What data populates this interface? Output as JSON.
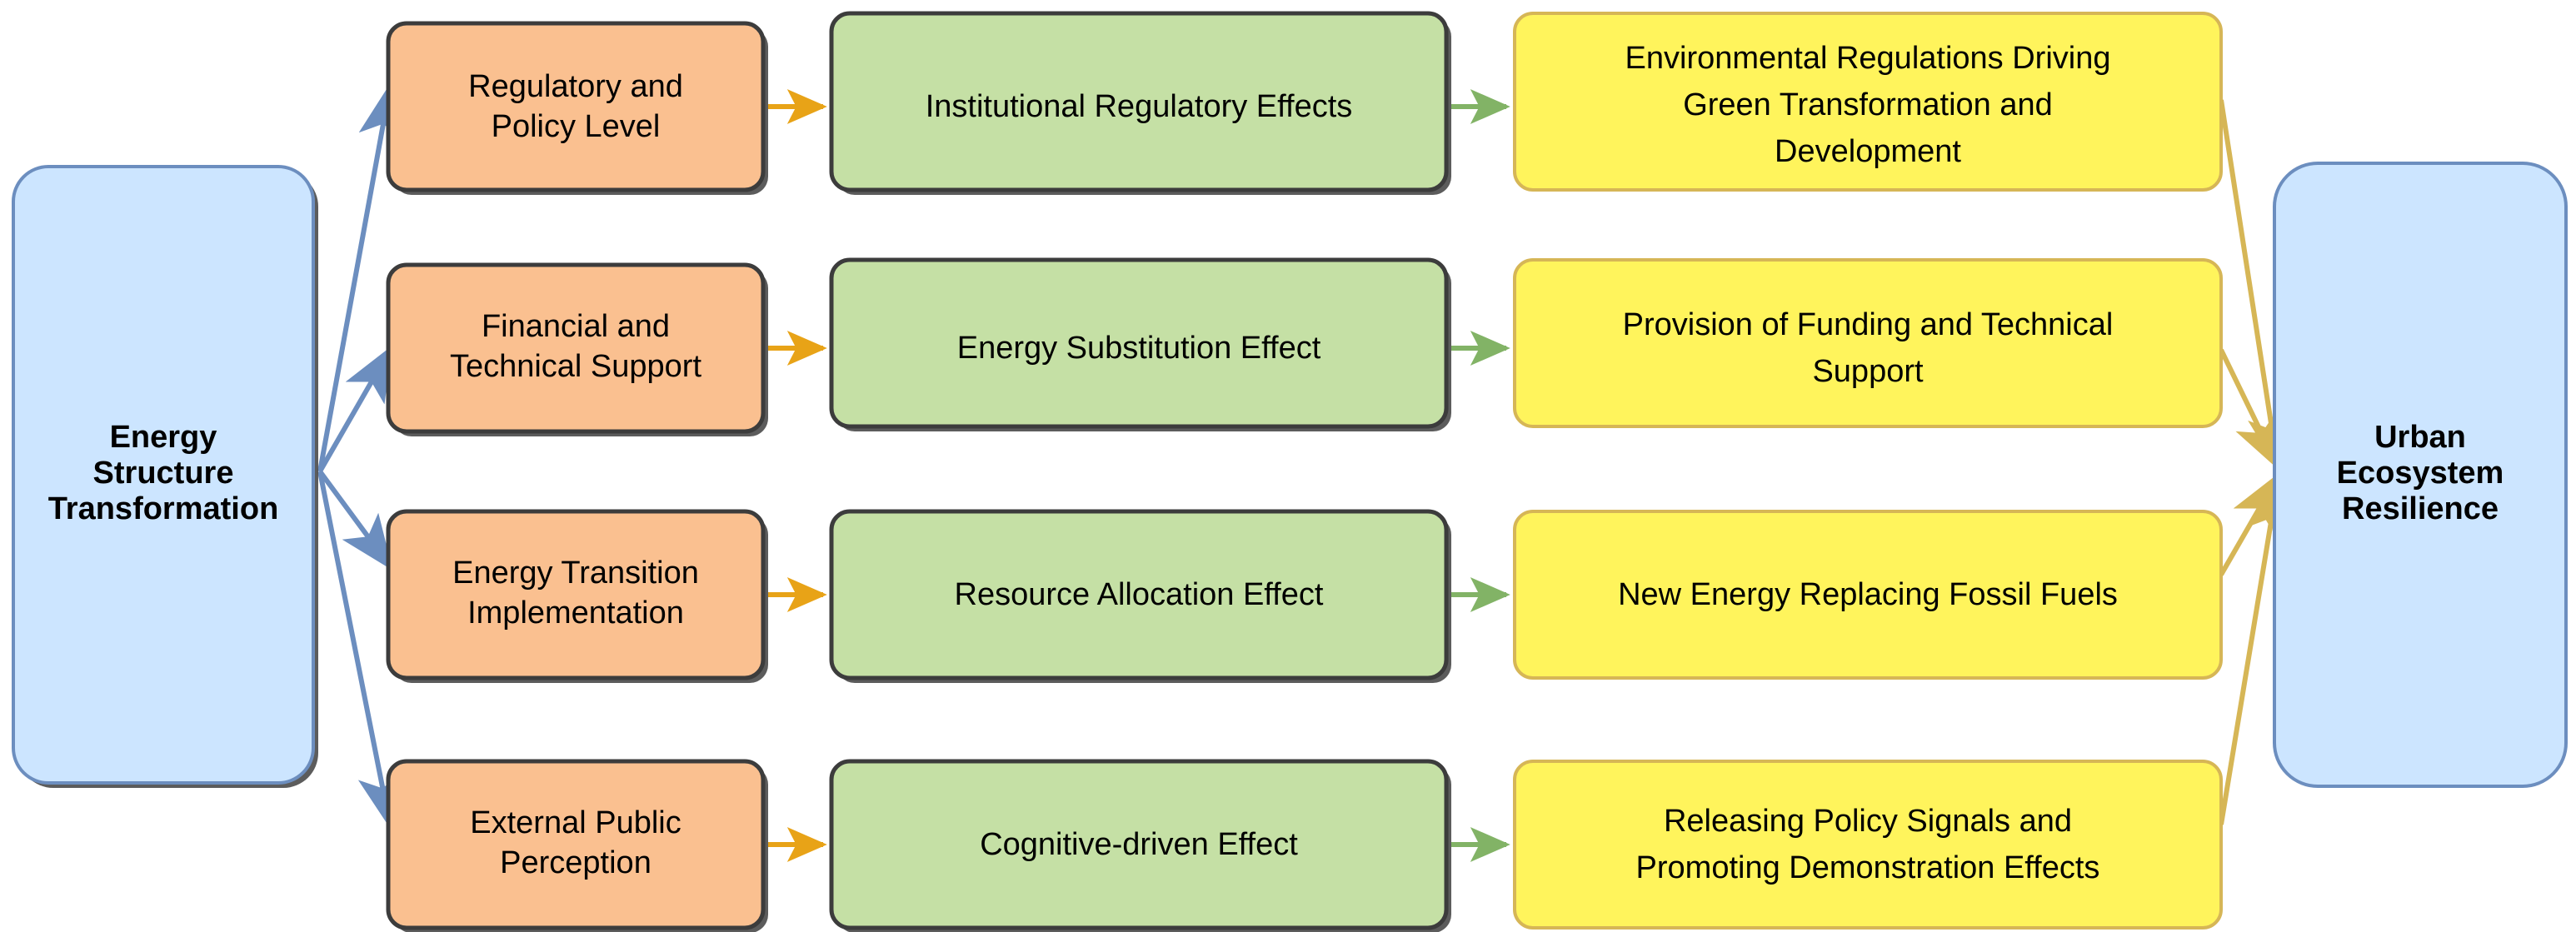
{
  "diagram": {
    "title_node_left": "Energy Structure Transformation",
    "title_node_right": "Urban Ecosystem Resilience",
    "colors": {
      "source_fill": "#CCE5FF",
      "source_stroke": "#6C8EBF",
      "level_fill": "#FAC090",
      "level_stroke": "#3C3C3C",
      "effect_fill": "#C5E0A5",
      "effect_stroke": "#3C3C3C",
      "outcome_fill": "#FFF45C",
      "outcome_stroke": "#D6B656",
      "arrow_blue": "#6C8EBF",
      "arrow_orange": "#E8A317",
      "arrow_green": "#82B366",
      "arrow_gold": "#D6B656",
      "text": "#000000",
      "background": "#FFFFFF"
    },
    "source": {
      "label_lines": [
        "Energy",
        "Structure",
        "Transformation"
      ]
    },
    "target": {
      "label_lines": [
        "Urban",
        "Ecosystem",
        "Resilience"
      ]
    },
    "rows": [
      {
        "level": {
          "label": "Regulatory and Policy Level",
          "lines": [
            "Regulatory and",
            "Policy Level"
          ]
        },
        "effect": {
          "label": "Institutional Regulatory Effects",
          "lines": [
            "Institutional Regulatory Effects"
          ]
        },
        "outcome": {
          "label": "Environmental Regulations Driving Green Transformation and Development",
          "lines": [
            "Environmental Regulations Driving",
            "Green Transformation and",
            "Development"
          ]
        }
      },
      {
        "level": {
          "label": "Financial and Technical Support",
          "lines": [
            "Financial and",
            "Technical Support"
          ]
        },
        "effect": {
          "label": "Energy Substitution Effect",
          "lines": [
            "Energy Substitution Effect"
          ]
        },
        "outcome": {
          "label": "Provision of Funding and Technical Support",
          "lines": [
            "Provision of Funding and Technical",
            "Support"
          ]
        }
      },
      {
        "level": {
          "label": "Energy Transition Implementation",
          "lines": [
            "Energy Transition",
            "Implementation"
          ]
        },
        "effect": {
          "label": "Resource Allocation Effect",
          "lines": [
            "Resource Allocation Effect"
          ]
        },
        "outcome": {
          "label": "New Energy Replacing Fossil Fuels",
          "lines": [
            "New Energy Replacing Fossil Fuels"
          ]
        }
      },
      {
        "level": {
          "label": "External Public Perception",
          "lines": [
            "External Public",
            "Perception"
          ]
        },
        "effect": {
          "label": "Cognitive-driven Effect",
          "lines": [
            "Cognitive-driven Effect"
          ]
        },
        "outcome": {
          "label": "Releasing Policy Signals and Promoting Demonstration Effects",
          "lines": [
            "Releasing Policy Signals and",
            "Promoting Demonstration Effects"
          ]
        }
      }
    ]
  }
}
